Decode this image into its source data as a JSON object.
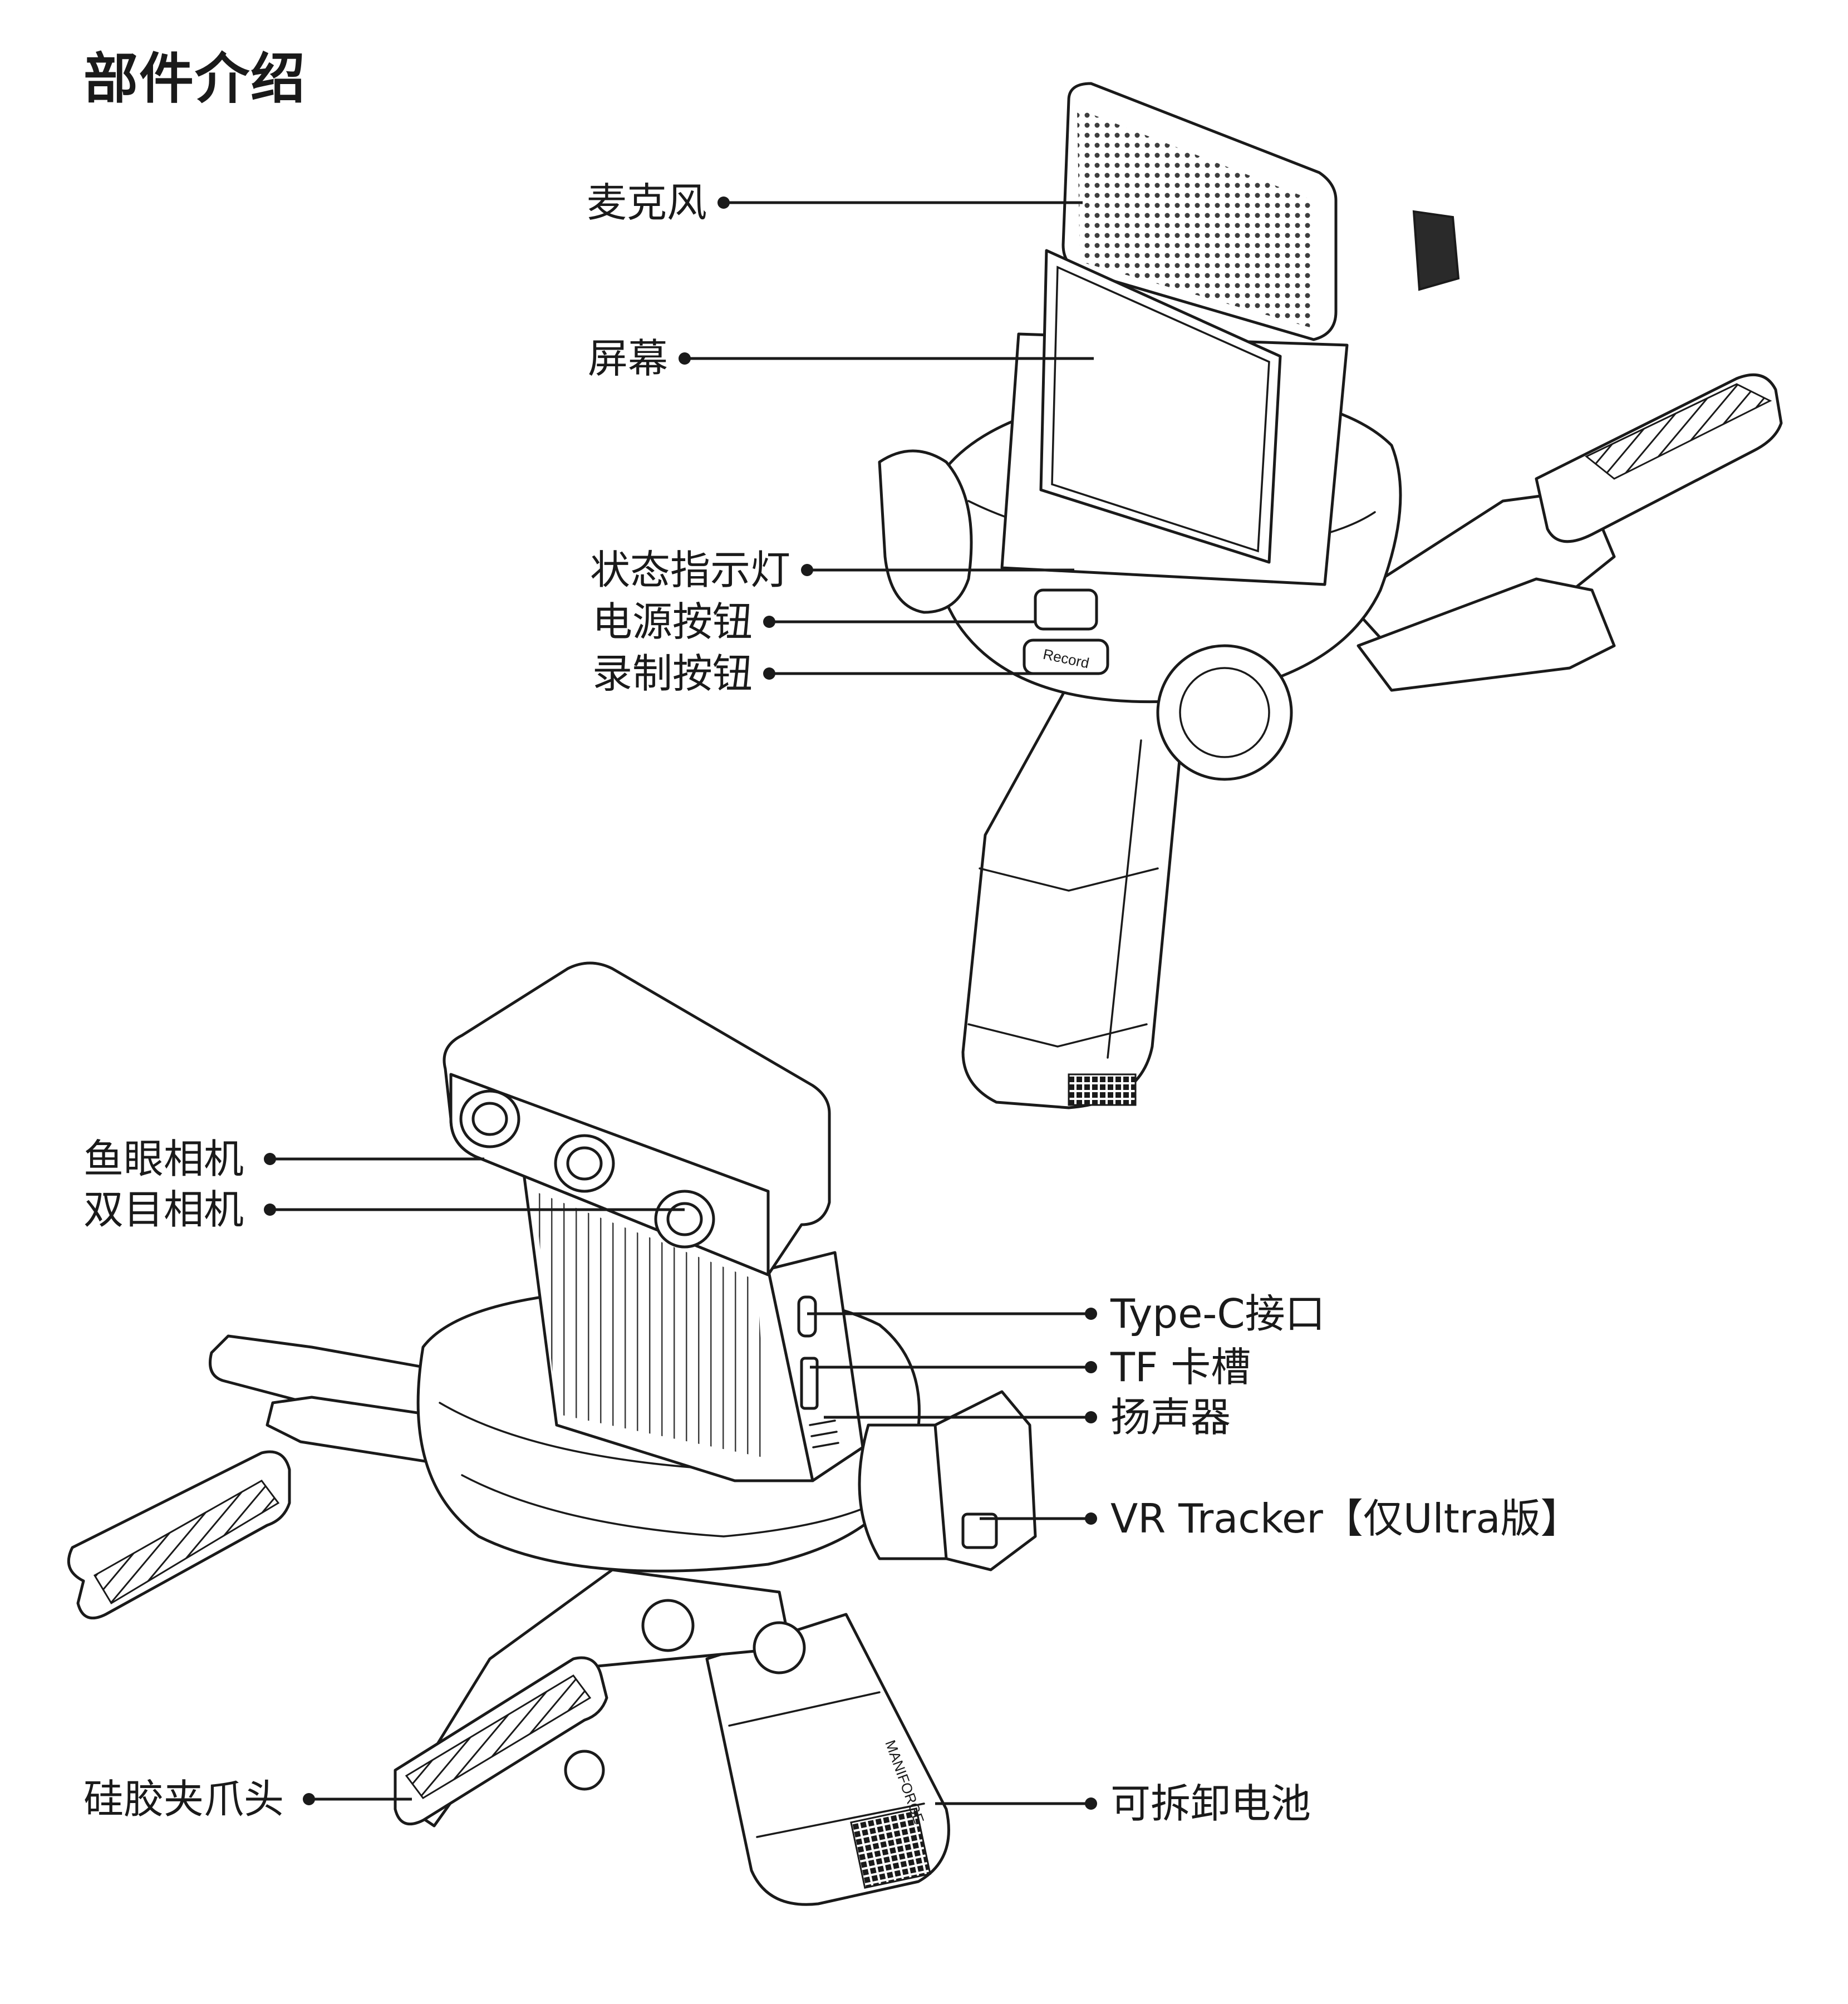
{
  "title": "部件介绍",
  "top_device_labels": {
    "microphone": "麦克风",
    "screen": "屏幕",
    "status_light": "状态指示灯",
    "power_button": "电源按钮",
    "record_button": "录制按钮"
  },
  "bottom_device_labels": {
    "fisheye_camera": "鱼眼相机",
    "stereo_camera": "双目相机",
    "typec_port": "Type-C接口",
    "tf_slot": "TF 卡槽",
    "speaker": "扬声器",
    "vr_tracker": "VR Tracker【仅Ultra版】",
    "silicone_gripper": "硅胶夹爪头",
    "battery": "可拆卸电池"
  },
  "device_markings": {
    "record_key": "Record",
    "side_brand": "MANIFORGE"
  }
}
